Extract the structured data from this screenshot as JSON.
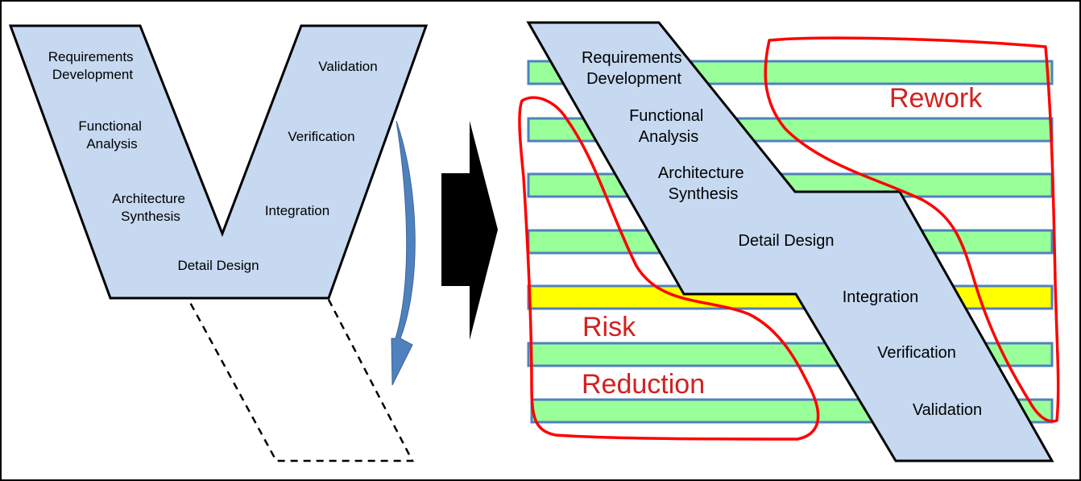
{
  "left_v": {
    "left_arm": [
      "Requirements Development",
      "Functional Analysis",
      "Architecture Synthesis"
    ],
    "bottom": "Detail Design",
    "right_arm": [
      "Validation",
      "Verification",
      "Integration"
    ]
  },
  "right_z": {
    "stages": [
      "Requirements Development",
      "Functional Analysis",
      "Architecture Synthesis",
      "Detail Design",
      "Integration",
      "Verification",
      "Validation"
    ],
    "annotations": {
      "rework": "Rework",
      "risk": "Risk",
      "reduction": "Reduction"
    }
  },
  "colors": {
    "shape_fill": "#c6d9f1",
    "bar_green": "#99ff99",
    "bar_yellow": "#ffff00",
    "bar_border": "#4f81bd",
    "outline_red": "#ff0000",
    "curved_arrow": "#4f81bd",
    "big_arrow": "#000000"
  }
}
